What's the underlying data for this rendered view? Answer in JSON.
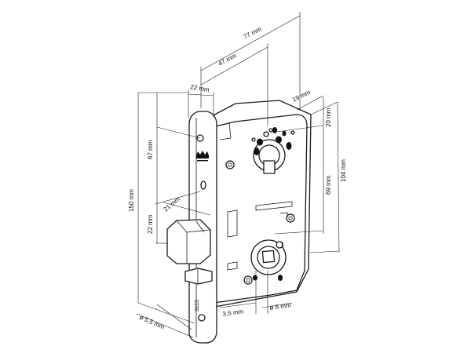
{
  "figure": {
    "model_number": "3115",
    "dimensions": {
      "d_77": "77 mm",
      "d_47": "47 mm",
      "d_22_top": "22 mm",
      "d_19": "19 mm",
      "d_20": "20 mm",
      "d_104": "104 mm",
      "d_69": "69 mm",
      "d_67": "67 mm",
      "d_150": "150 mm",
      "d_22_left": "22 mm",
      "d_21": "21 mm",
      "d_5_5": "ø 5,5 mm",
      "d_3_5": "3,5 mm",
      "d_8": "ø 8 mm"
    }
  }
}
